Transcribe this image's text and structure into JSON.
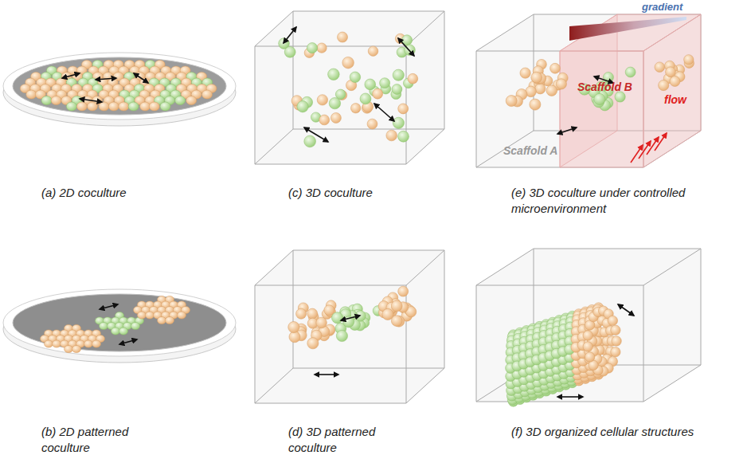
{
  "diagram": {
    "labels": [
      "gradient",
      "(a) 2D coculture",
      "(c) 3D coculture",
      "(e) 3D coculture under controlled microenvironment",
      "Scaffold B",
      "Scaffold A",
      "flow",
      "(b) 2D patterned coculture",
      "(d) 3D patterned coculture",
      "(f) 3D organized cellular structures"
    ]
  }
}
